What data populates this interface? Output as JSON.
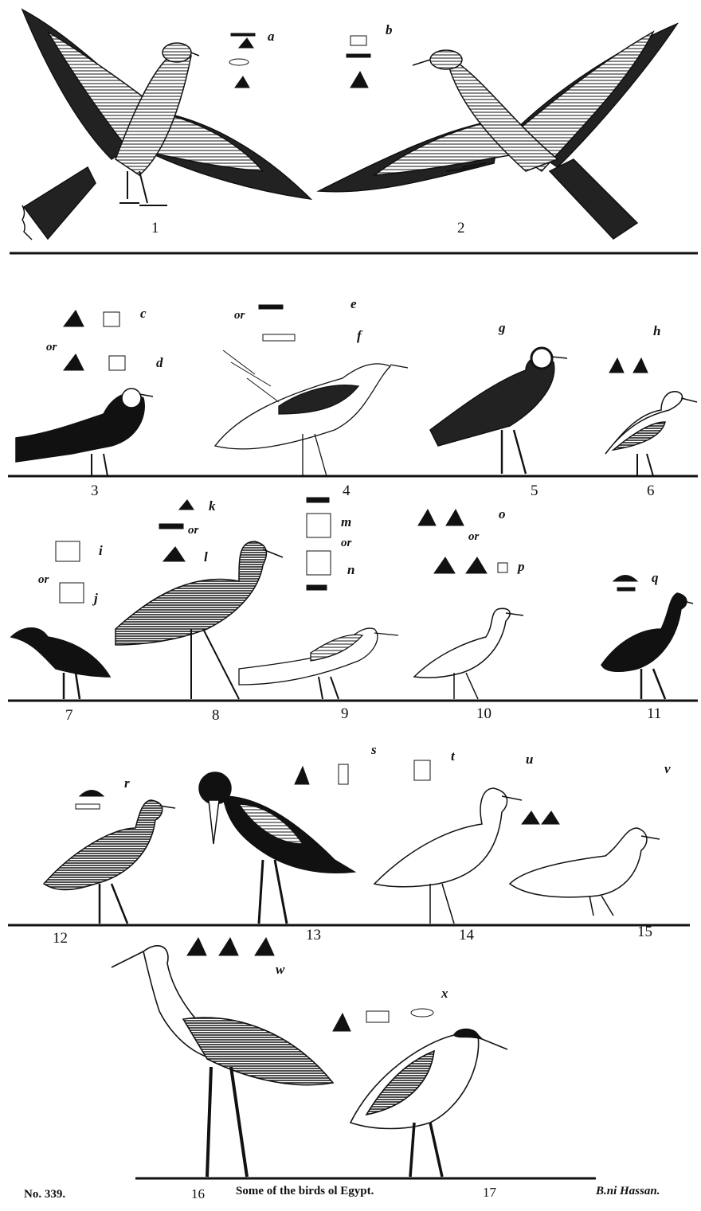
{
  "caption": {
    "plate_no": "No. 339.",
    "title": "Some of the birds ol Egypt.",
    "fig16": "16",
    "fig17": "17",
    "source": "B.ni Hassan."
  },
  "figures": [
    "1",
    "2",
    "3",
    "4",
    "5",
    "6",
    "7",
    "8",
    "9",
    "10",
    "11",
    "12",
    "13",
    "14",
    "15"
  ],
  "letters": [
    "a",
    "b",
    "c",
    "d",
    "e",
    "f",
    "g",
    "h",
    "i",
    "j",
    "k",
    "l",
    "m",
    "n",
    "o",
    "p",
    "q",
    "r",
    "s",
    "t",
    "u",
    "v",
    "w",
    "x"
  ],
  "or_word": "or",
  "colors": {
    "ink": "#111111",
    "gray": "#9a9a9a",
    "paper": "#ffffff"
  }
}
